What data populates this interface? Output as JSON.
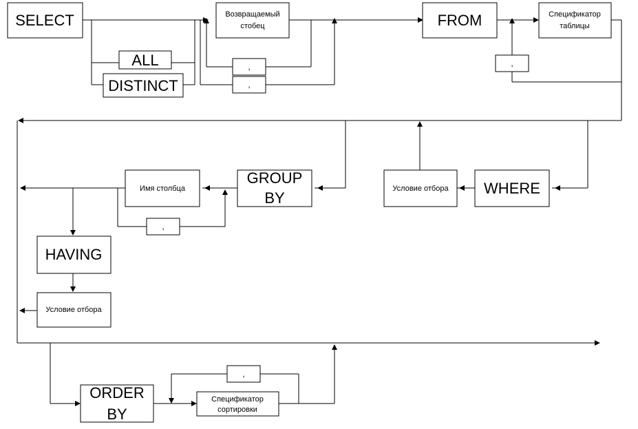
{
  "keywords": {
    "select": "SELECT",
    "all": "ALL",
    "distinct": "DISTINCT",
    "from": "FROM",
    "where": "WHERE",
    "group_by_1": "GROUP",
    "group_by_2": "BY",
    "having": "HAVING",
    "order_by_1": "ORDER",
    "order_by_2": "BY"
  },
  "operands": {
    "return_column_1": "Возвращаемый",
    "return_column_2": "стобец",
    "table_spec_1": "Спецификатор",
    "table_spec_2": "таблицы",
    "where_condition": "Условие отбора",
    "column_name": "Имя столбца",
    "having_condition": "Условие отбора",
    "sort_spec_1": "Спецификатор",
    "sort_spec_2": "сортировки"
  },
  "separators": {
    "comma_columns_1": ",",
    "comma_columns_2": ",",
    "comma_tables": ",",
    "comma_group": ",",
    "comma_order": ","
  }
}
